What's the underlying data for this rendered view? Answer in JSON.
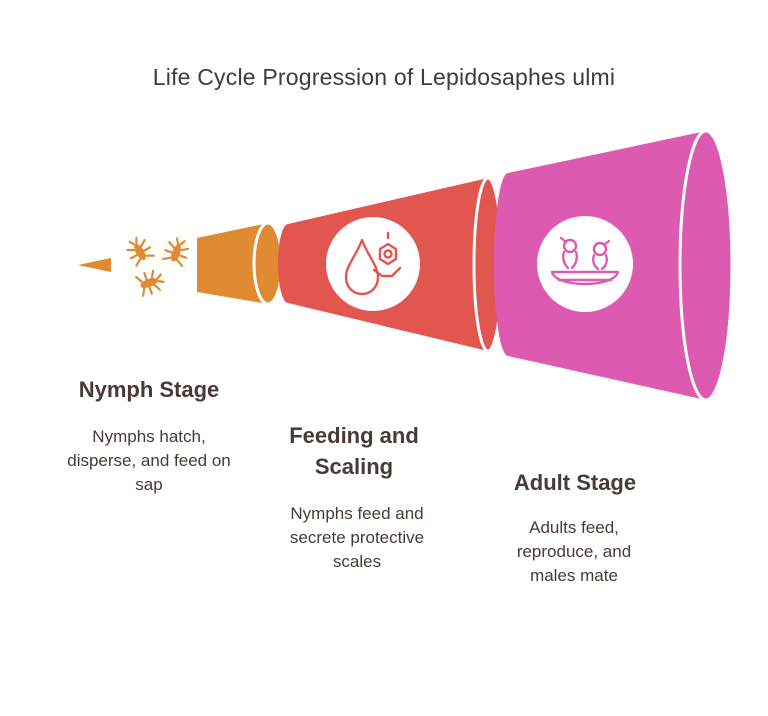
{
  "title": "Life Cycle Progression of Lepidosaphes ulmi",
  "stages": [
    {
      "title": "Nymph Stage",
      "desc": "Nymphs hatch, disperse, and feed on sap",
      "icon": "insects-icon",
      "color": "#e08a32"
    },
    {
      "title": "Feeding and Scaling",
      "desc": "Nymphs feed and secrete protective scales",
      "icon": "sap-drop-hand-icon",
      "color": "#e25650"
    },
    {
      "title": "Adult Stage",
      "desc": "Adults feed, reproduce, and males mate",
      "icon": "birds-nest-icon",
      "color": "#dc5bb0"
    }
  ]
}
